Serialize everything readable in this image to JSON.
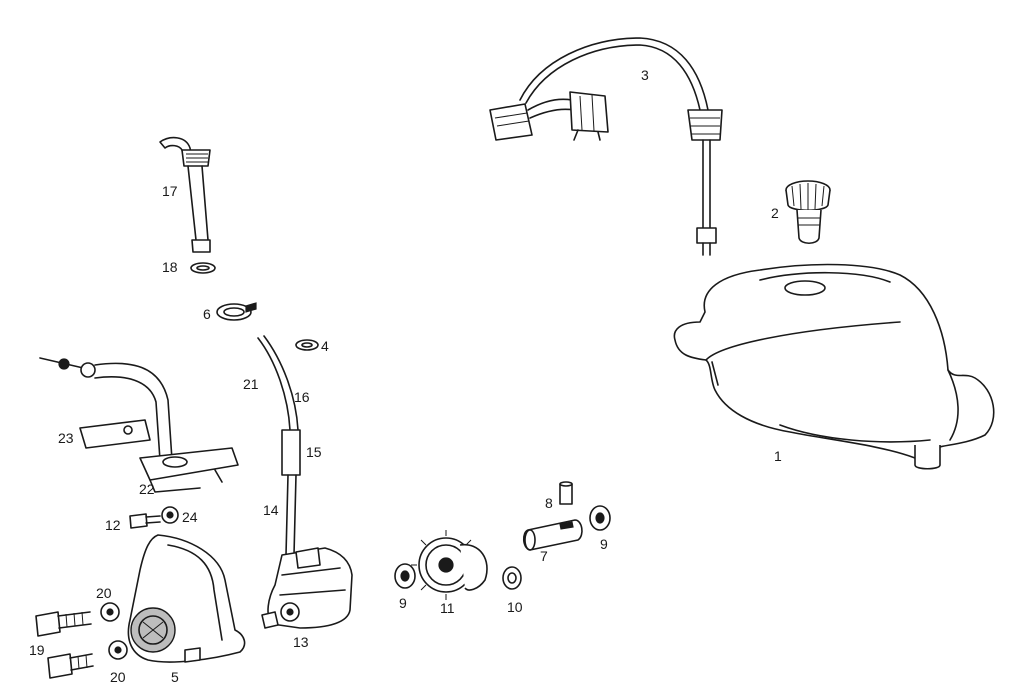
{
  "labels": {
    "l1": "1",
    "l2": "2",
    "l3": "3",
    "l4": "4",
    "l5": "5",
    "l6": "6",
    "l7": "7",
    "l8": "8",
    "l9a": "9",
    "l9b": "9",
    "l10": "10",
    "l11": "11",
    "l12": "12",
    "l13": "13",
    "l14": "14",
    "l15": "15",
    "l16": "16",
    "l17": "17",
    "l18": "18",
    "l19": "19",
    "l20a": "20",
    "l20b": "20",
    "l21": "21",
    "l22": "22",
    "l23": "23",
    "l24": "24"
  },
  "colors": {
    "ink": "#1a1a1a",
    "paper": "#ffffff",
    "shade": "#bdbdbd"
  }
}
